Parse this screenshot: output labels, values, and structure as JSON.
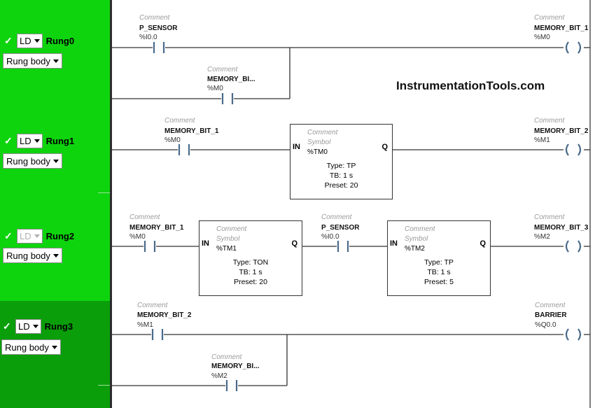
{
  "watermark": "InstrumentationTools.com",
  "rungs": [
    {
      "name": "Rung0",
      "lang": "LD",
      "body": "Rung body",
      "enabled": true
    },
    {
      "name": "Rung1",
      "lang": "LD",
      "body": "Rung body",
      "enabled": true
    },
    {
      "name": "Rung2",
      "lang": "LD",
      "body": "Rung body",
      "enabled": false
    },
    {
      "name": "Rung3",
      "lang": "LD",
      "body": "Rung body",
      "enabled": true
    }
  ],
  "comment_label": "Comment",
  "symbol_label": "Symbol",
  "contacts": {
    "r0_c1": {
      "tag": "P_SENSOR",
      "addr": "%I0.0"
    },
    "r0_c2": {
      "tag": "MEMORY_BI...",
      "addr": "%M0"
    },
    "r1_c1": {
      "tag": "MEMORY_BIT_1",
      "addr": "%M0"
    },
    "r2_c1": {
      "tag": "MEMORY_BIT_1",
      "addr": "%M0"
    },
    "r2_c2": {
      "tag": "P_SENSOR",
      "addr": "%I0.0"
    },
    "r3_c1": {
      "tag": "MEMORY_BIT_2",
      "addr": "%M1"
    },
    "r3_c2": {
      "tag": "MEMORY_BI...",
      "addr": "%M2"
    }
  },
  "coils": {
    "r0": {
      "tag": "MEMORY_BIT_1",
      "addr": "%M0"
    },
    "r1": {
      "tag": "MEMORY_BIT_2",
      "addr": "%M1"
    },
    "r2": {
      "tag": "MEMORY_BIT_3",
      "addr": "%M2"
    },
    "r3": {
      "tag": "BARRIER",
      "addr": "%Q0.0"
    }
  },
  "timers": {
    "tm0": {
      "name": "%TM0",
      "in": "IN",
      "q": "Q",
      "type": "Type: TP",
      "tb": "TB: 1 s",
      "preset": "Preset: 20"
    },
    "tm1": {
      "name": "%TM1",
      "in": "IN",
      "q": "Q",
      "type": "Type: TON",
      "tb": "TB: 1 s",
      "preset": "Preset: 20"
    },
    "tm2": {
      "name": "%TM2",
      "in": "IN",
      "q": "Q",
      "type": "Type: TP",
      "tb": "TB: 1 s",
      "preset": "Preset: 5"
    }
  },
  "colors": {
    "rung_active": "#0ed40e",
    "rung_selected": "#0a9e0a",
    "wire": "#333333",
    "contact": "#4a6a8a"
  }
}
